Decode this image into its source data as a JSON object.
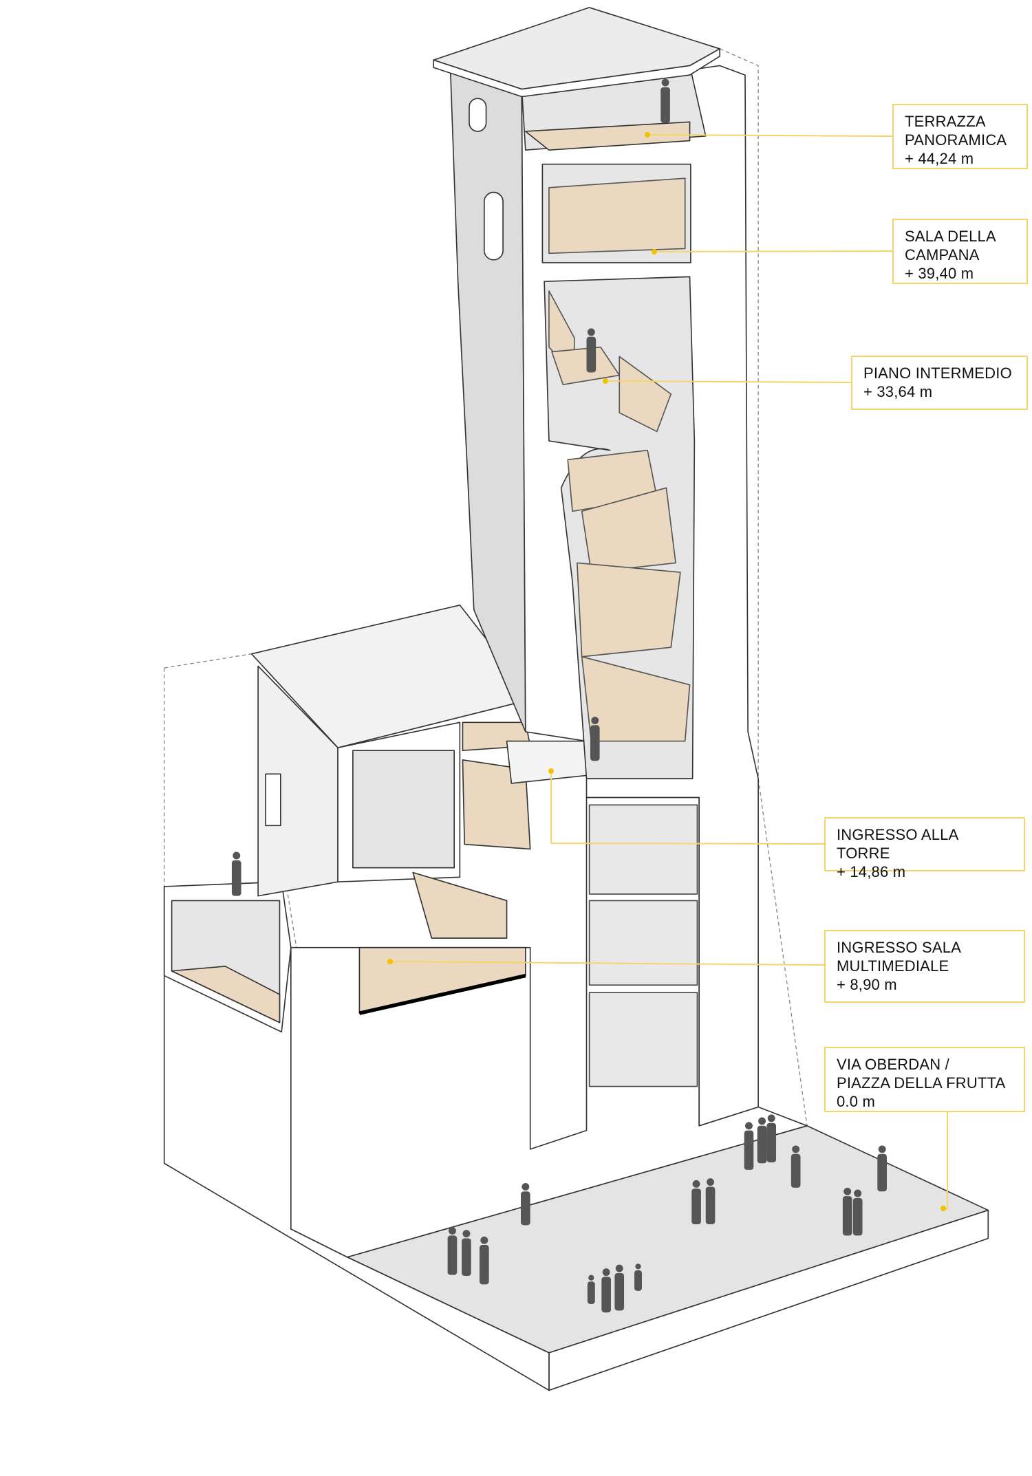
{
  "title": "Sezione assonometrica della torre",
  "accent_color": "#f2c200",
  "levels": [
    {
      "name_lines": [
        "TERRAZZA",
        "PANORAMICA"
      ],
      "elevation": "+ 44,24 m"
    },
    {
      "name_lines": [
        "SALA DELLA",
        "CAMPANA"
      ],
      "elevation": "+ 39,40 m"
    },
    {
      "name_lines": [
        "PIANO INTERMEDIO"
      ],
      "elevation": "+ 33,64 m"
    },
    {
      "name_lines": [
        "INGRESSO ALLA TORRE"
      ],
      "elevation": "+ 14,86 m"
    },
    {
      "name_lines": [
        "INGRESSO SALA",
        "MULTIMEDIALE"
      ],
      "elevation": "+ 8,90 m"
    },
    {
      "name_lines": [
        "VIA OBERDAN /",
        "PIAZZA DELLA FRUTTA"
      ],
      "elevation": "0.0 m"
    }
  ]
}
